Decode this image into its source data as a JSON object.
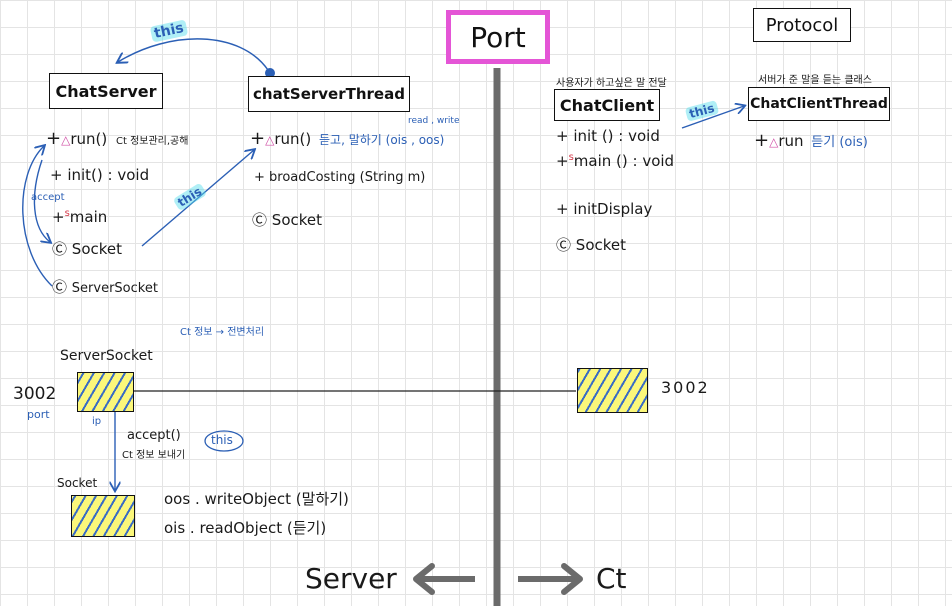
{
  "port_label": "Port",
  "protocol_label": "Protocol",
  "server_label": "Server",
  "client_label": "Ct",
  "server_class": {
    "title": "ChatServer",
    "run": "run()",
    "run_note": "Ct 정보관리,공해",
    "init": "+  init() : void",
    "accept_note": "accept",
    "main": "main",
    "socket": "Socket",
    "server_socket": "ServerSocket"
  },
  "server_thread": {
    "this_top": "this",
    "title": "chatServerThread",
    "rw_note": "read , write",
    "run": "run()",
    "run_note": "듣고, 말하기 (ois , oos)",
    "broadcast": "+  broadCosting (String m)",
    "socket": "Socket",
    "this_mid": "this"
  },
  "client_class": {
    "header_note": "사용자가 하고싶은 말 전달",
    "title": "ChatClient",
    "init": "+  init () : void",
    "main": "main () : void",
    "init_display": "+  initDisplay",
    "socket": "Socket",
    "this_label": "this"
  },
  "client_thread": {
    "header_note": "서버가 준 말을 듣는 클래스",
    "title": "ChatClientThread",
    "run": "run",
    "run_note": "듣기 (ois)"
  },
  "bottom": {
    "ct_note": "Ct 정보 → 전변처리",
    "server_socket": "ServerSocket",
    "port_num_left": "3002",
    "port_small": "port",
    "ip_small": "ip",
    "accept": "accept()",
    "accept_note": "Ct 정보 보내기",
    "this_circle": "this",
    "socket": "Socket",
    "oos": "oos . writeObject (말하기)",
    "ois": "ois . readObject (듣기)",
    "port_num_right": "3002"
  },
  "colors": {
    "pink_box": "#e455d6",
    "divider": "#6b6b6b",
    "accent_blue": "#2b5fb5",
    "highlight_cyan": "#55dcea",
    "hatch_yellow": "#fbf77a"
  }
}
